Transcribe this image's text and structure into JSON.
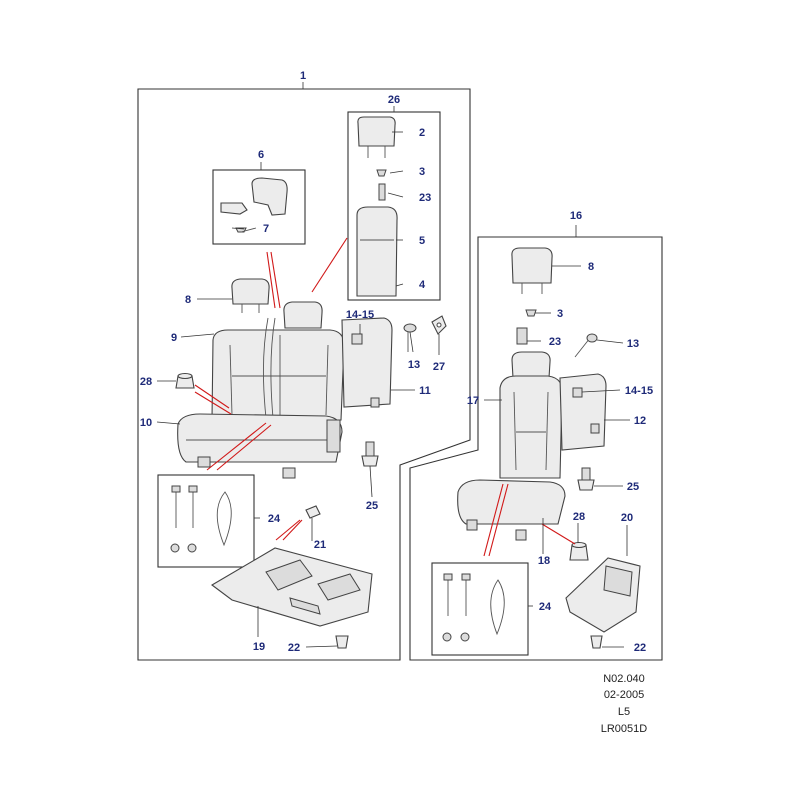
{
  "callouts": {
    "c1": "1",
    "c2": "2",
    "c3a": "3",
    "c3b": "3",
    "c4": "4",
    "c5": "5",
    "c6": "6",
    "c7": "7",
    "c8a": "8",
    "c8b": "8",
    "c9": "9",
    "c10": "10",
    "c11": "11",
    "c12": "12",
    "c13a": "13",
    "c13b": "13",
    "c1415a": "14-15",
    "c1415b": "14-15",
    "c16": "16",
    "c17": "17",
    "c18": "18",
    "c19": "19",
    "c20": "20",
    "c21": "21",
    "c22a": "22",
    "c22b": "22",
    "c23a": "23",
    "c23b": "23",
    "c24a": "24",
    "c24b": "24",
    "c25a": "25",
    "c25b": "25",
    "c26": "26",
    "c27": "27",
    "c28a": "28",
    "c28b": "28"
  },
  "reference": {
    "code": "N02.040",
    "date": "02-2005",
    "model": "L5",
    "part_no": "LR0051D"
  },
  "colors": {
    "callout_text": "#1e2a78",
    "leader_red": "#d11919",
    "outline": "#333333",
    "part_fill": "#ececec"
  }
}
